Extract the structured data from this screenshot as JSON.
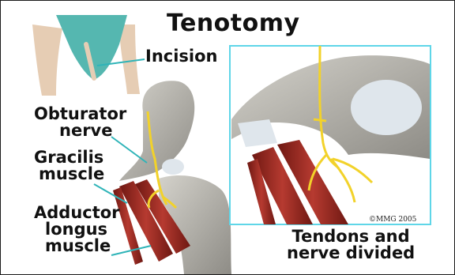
{
  "title": "Tenotomy",
  "labels": {
    "incision": "Incision",
    "obturator_line1": "Obturator",
    "obturator_line2": "nerve",
    "gracilis_line1": "Gracilis",
    "gracilis_line2": "muscle",
    "adductor_line1": "Adductor",
    "adductor_line2": "longus",
    "adductor_line3": "muscle",
    "caption_line1": "Tendons and",
    "caption_line2": "nerve divided"
  },
  "copyright": "©MMG 2005",
  "colors": {
    "inset_border": "#5fd6e8",
    "bone": "#b9b7b0",
    "cartilage": "#dfe6ec",
    "nerve": "#f2d22a",
    "muscle": "#9b2a22",
    "drape": "#55b7b0",
    "skin": "#e6cdb4",
    "leader_line": "#2fb4b8"
  }
}
